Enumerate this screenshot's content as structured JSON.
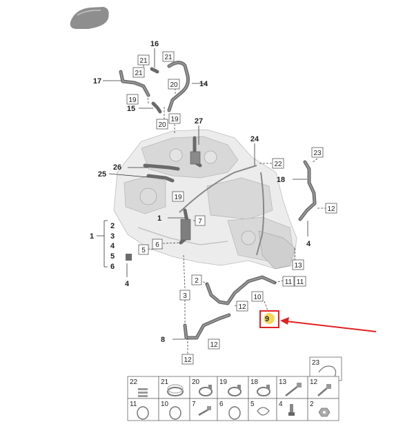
{
  "colors": {
    "highlight_fill": "#f4d03f",
    "highlight_box": "#e02020",
    "arrow": "#e02020"
  },
  "callouts": {
    "c1": "1",
    "c1b": "1",
    "c2": "2",
    "c3": "3",
    "c4": "4",
    "c4b": "4",
    "c5": "5",
    "c6": "6",
    "c8": "8",
    "c9": "9",
    "c14": "14",
    "c15": "15",
    "c16": "16",
    "c17": "17",
    "c18": "18",
    "c24": "24",
    "c25": "25",
    "c26": "26",
    "c27": "27"
  },
  "boxes": {
    "b21a": "21",
    "b21b": "21",
    "b21c": "21",
    "b20a": "20",
    "b19a": "19",
    "b20b": "20",
    "b19b": "19",
    "b22": "22",
    "b23": "23",
    "b12a": "12",
    "b19c": "19",
    "b7": "7",
    "b6": "6",
    "b5": "5",
    "b13": "13",
    "b2": "2",
    "b11a": "11",
    "b11b": "11",
    "b10": "10",
    "b3": "3",
    "b12b": "12",
    "b12c": "12"
  },
  "legend": {
    "top": [
      {
        "num": "23",
        "icon": "clip-ring-icon"
      }
    ],
    "row1": [
      {
        "num": "22",
        "icon": "clip-stack-icon"
      },
      {
        "num": "21",
        "icon": "spring-clamp-icon"
      },
      {
        "num": "20",
        "icon": "hose-clamp-icon"
      },
      {
        "num": "19",
        "icon": "hose-clamp-icon"
      },
      {
        "num": "18",
        "icon": "hose-clamp-icon"
      },
      {
        "num": "13",
        "icon": "bolt-icon"
      },
      {
        "num": "12",
        "icon": "bolt-icon"
      }
    ],
    "row2": [
      {
        "num": "11",
        "icon": "o-ring-icon"
      },
      {
        "num": "10",
        "icon": "o-ring-icon"
      },
      {
        "num": "7",
        "icon": "screw-icon"
      },
      {
        "num": "6",
        "icon": "o-ring-icon"
      },
      {
        "num": "5",
        "icon": "seal-icon"
      },
      {
        "num": "4",
        "icon": "stud-icon"
      },
      {
        "num": "2",
        "icon": "nut-icon"
      }
    ]
  }
}
